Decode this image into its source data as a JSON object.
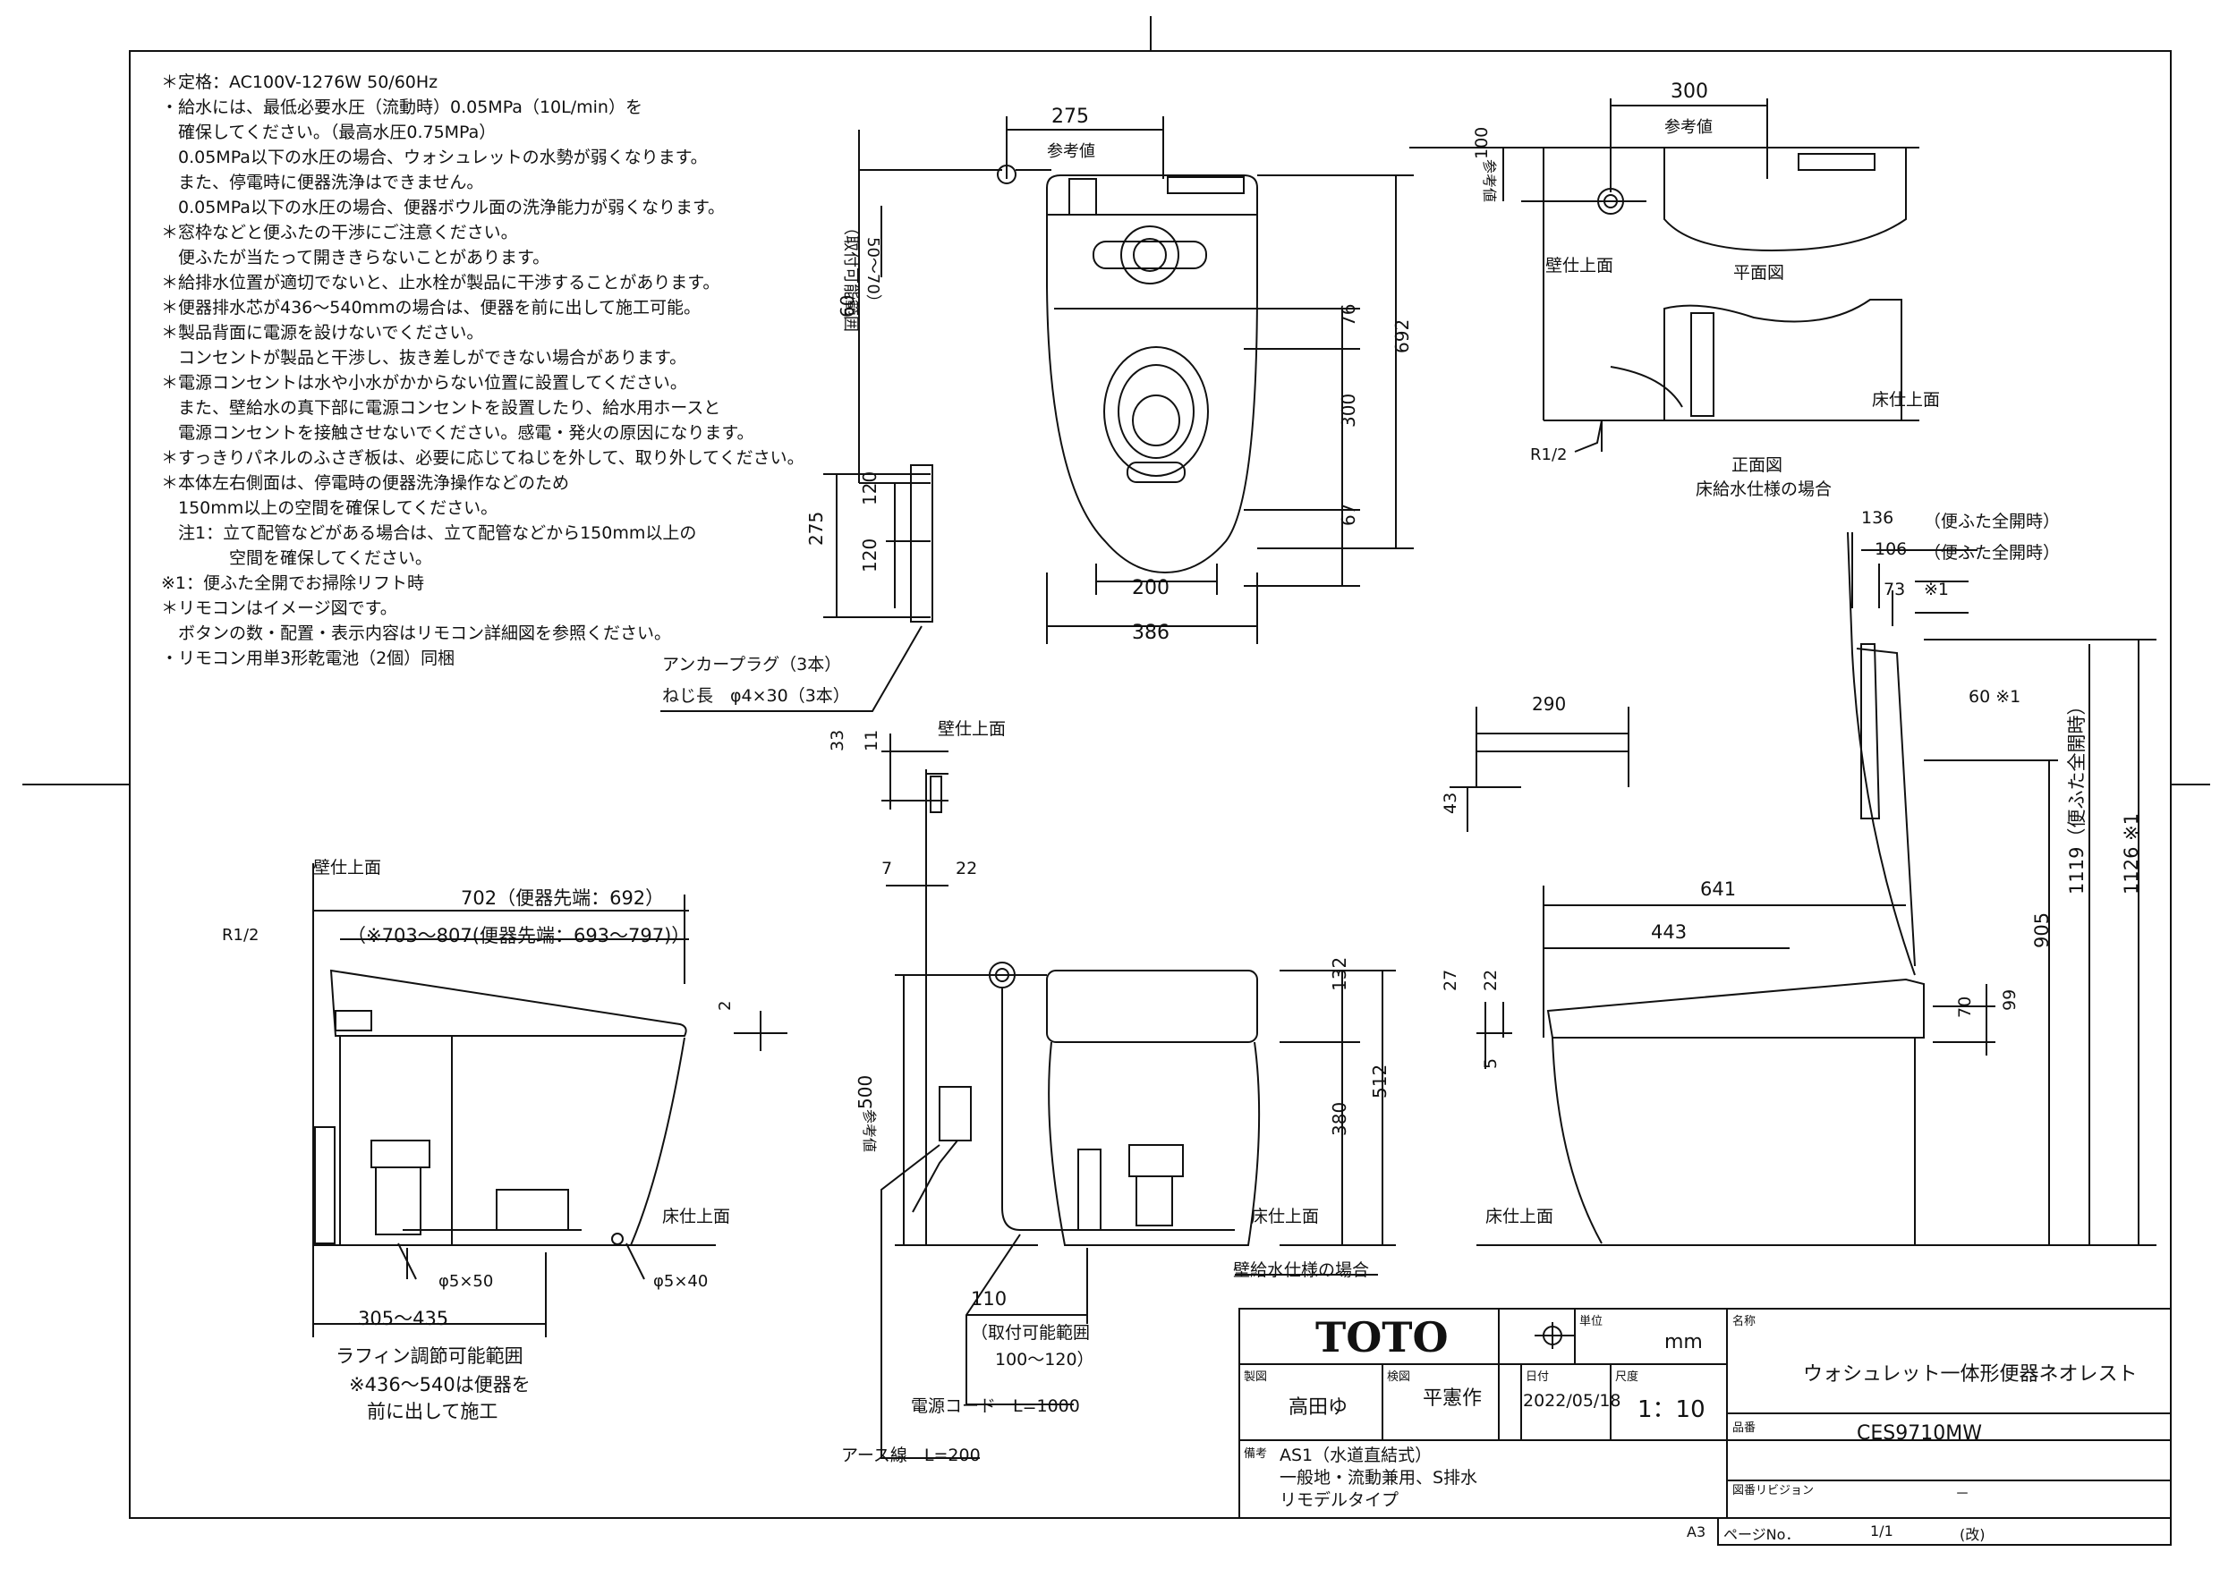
{
  "notes": [
    "＊定格：AC100V-1276W 50/60Hz",
    "・給水には、最低必要水圧（流動時）0.05MPa（10L/min）を",
    "　確保してください。（最高水圧0.75MPa）",
    "　0.05MPa以下の水圧の場合、ウォシュレットの水勢が弱くなります。",
    "　また、停電時に便器洗浄はできません。",
    "　0.05MPa以下の水圧の場合、便器ボウル面の洗浄能力が弱くなります。",
    "＊窓枠などと便ふたの干渉にご注意ください。",
    "　便ふたが当たって開ききらないことがあります。",
    "＊給排水位置が適切でないと、止水栓が製品に干渉することがあります。",
    "＊便器排水芯が436～540mmの場合は、便器を前に出して施工可能。",
    "＊製品背面に電源を設けないでください。",
    "　コンセントが製品と干渉し、抜き差しができない場合があります。",
    "＊電源コンセントは水や小水がかからない位置に設置してください。",
    "　また、壁給水の真下部に電源コンセントを設置したり、給水用ホースと",
    "　電源コンセントを接触させないでください。感電・発火の原因になります。",
    "＊すっきりパネルのふさぎ板は、必要に応じてねじを外して、取り外してください。",
    "＊本体左右側面は、停電時の便器洗浄操作などのため",
    "　150mm以上の空間を確保してください。",
    "　注1：立て配管などがある場合は、立て配管などから150mm以上の",
    "　　　　空間を確保してください。",
    "※1：便ふた全開でお掃除リフト時",
    "＊リモコンはイメージ図です。",
    "　ボタンの数・配置・表示内容はリモコン詳細図を参照ください。",
    "・リモコン用単3形乾電池（2個）同梱"
  ],
  "dims": {
    "d275_top": "275",
    "ref_value": "参考値",
    "mount_range_a": "（取付可能範囲",
    "mount_range_b": "50～70）",
    "d60": "60",
    "d76": "76",
    "d300_v": "300",
    "d692": "692",
    "d67": "67",
    "d120_a": "120",
    "d120_b": "120",
    "d275_side": "275",
    "d200": "200",
    "d386": "386",
    "anchor_a": "アンカープラグ（3本）",
    "anchor_b": "ねじ長　φ4×30（3本）",
    "d300_top": "300",
    "ref_value2": "参考値",
    "d100": "100",
    "ref_value3": "参考値",
    "wall_finish_plan": "壁仕上面",
    "plan_view": "平面図",
    "floor_finish_front": "床仕上面",
    "r12_front": "R1/2",
    "front_view": "正面図",
    "floor_supply": "床給水仕様の場合",
    "d136": "136",
    "d106": "106",
    "d73": "73",
    "mark1_a": "※1",
    "lid_open_a": "（便ふた全開時）",
    "lid_open_b": "（便ふた全開時）",
    "d60_mark": "60 ※1",
    "d290": "290",
    "d43": "43",
    "wall_finish_mid": "壁仕上面",
    "d33": "33",
    "d11": "11",
    "d7": "7",
    "d22_mid": "22",
    "wall_finish_left": "壁仕上面",
    "r12_left": "R1/2",
    "d702": "702（便器先端：692）",
    "d703": "（※703～807(便器先端：693～797)）",
    "d2": "2",
    "floor_finish_left": "床仕上面",
    "phi5x50": "φ5×50",
    "phi5x40": "φ5×40",
    "d305": "305～435",
    "rough_a": "ラフィン調節可能範囲",
    "rough_b": "※436～540は便器を",
    "rough_c": "前に出して施工",
    "d500": "500",
    "ref_value4": "参考値",
    "d132": "132",
    "d512": "512",
    "d380": "380",
    "floor_finish_mid": "床仕上面",
    "wall_supply": "壁給水仕様の場合",
    "d110": "110",
    "mount_range2_a": "（取付可能範囲",
    "mount_range2_b": "100～120）",
    "power_cord": "電源コード　L=1000",
    "earth_wire": "アース線　L=200",
    "d641": "641",
    "d443": "443",
    "d27": "27",
    "d22_right": "22",
    "d5": "5",
    "d70": "70",
    "d99": "99",
    "d905": "905",
    "d1119": "1119（便ふた全開時）",
    "d1126": "1126 ※1",
    "floor_finish_right": "床仕上面"
  },
  "title_block": {
    "logo": "TOTO",
    "unit_label": "単位",
    "unit": "mm",
    "name_label": "名称",
    "name": "ウォシュレット一体形便器ネオレスト",
    "drafter_label": "製図",
    "drafter": "高田ゆ",
    "checker_label": "検図",
    "checker": "平憲作",
    "date_label": "日付",
    "date": "2022/05/18",
    "scale_label": "尺度",
    "scale": "1：10",
    "product_label": "品番",
    "product": "CES9710MW",
    "remark_label": "備考",
    "remark_1": "AS1（水道直結式）",
    "remark_2": "一般地・流動兼用、S排水",
    "remark_3": "リモデルタイプ",
    "revision_label": "図番リビジョン",
    "revision": "－",
    "paper": "A3",
    "page_label": "ページNo．",
    "page": "1/1",
    "version": "(改)"
  },
  "colors": {
    "line": "#111111",
    "paper": "#ffffff"
  }
}
